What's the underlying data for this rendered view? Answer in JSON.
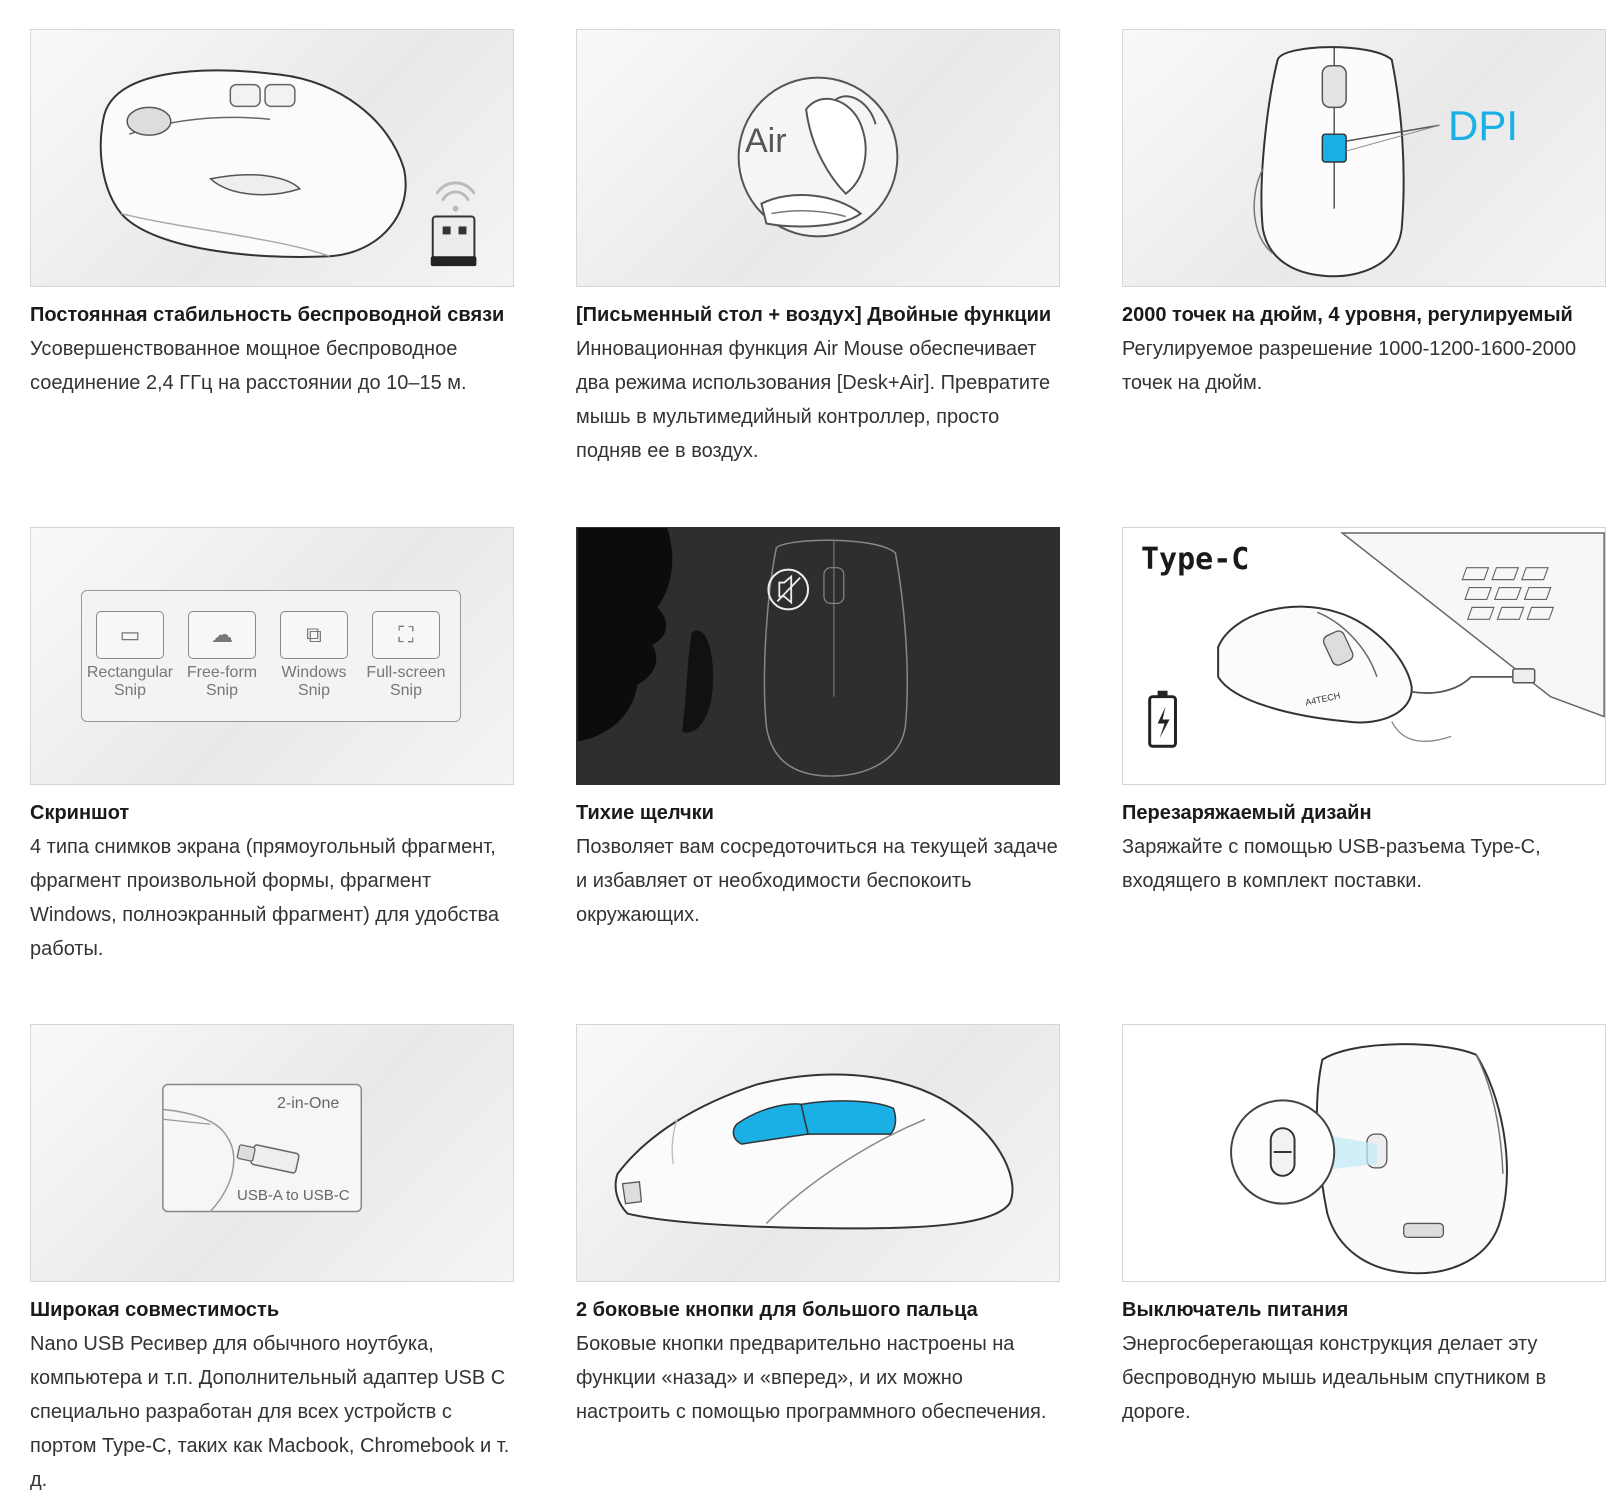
{
  "cards": [
    {
      "title": "Постоянная стабильность беспроводной связи",
      "desc": "Усовершенствованное мощное беспроводное соединение 2,4 ГГц на расстоянии до 10–15 м."
    },
    {
      "title": "[Письменный стол + воздух] Двойные функции",
      "desc": "Инновационная функция Air Mouse обеспечивает два режима использования [Desk+Air]. Превратите мышь в мультимедийный контроллер, просто подняв ее в воздух.",
      "image_label": "Air"
    },
    {
      "title": "2000 точек на дюйм, 4 уровня, регулируемый",
      "desc": "Регулируемое разрешение 1000-1200-1600-2000 точек на дюйм.",
      "image_label": "DPI"
    },
    {
      "title": "Скриншот",
      "desc": "4 типа снимков экрана (прямоугольный фрагмент, фрагмент произвольной формы, фрагмент Windows, полноэкранный фрагмент) для удобства работы.",
      "snips": [
        {
          "line1": "Rectangular",
          "line2": "Snip"
        },
        {
          "line1": "Free-form",
          "line2": "Snip"
        },
        {
          "line1": "Windows",
          "line2": "Snip"
        },
        {
          "line1": "Full-screen",
          "line2": "Snip"
        }
      ]
    },
    {
      "title": "Тихие щелчки",
      "desc": "Позволяет вам сосредоточиться на текущей задаче и избавляет от необходимости беспокоить окружающих."
    },
    {
      "title": "Перезаряжаемый дизайн",
      "desc": "Заряжайте с помощью USB-разъема Type-C, входящего в комплект поставки.",
      "image_label": "Type-C",
      "brand_label": "A4TECH"
    },
    {
      "title": "Широкая совместимость",
      "desc": "Nano USB Ресивер для обычного ноутбука, компьютера и т.п. Дополнительный адаптер USB C специально разработан для всех устройств с портом Type-C, таких как Macbook, Chromebook и т. д.",
      "image_label_top": "2-in-One",
      "image_label_bottom": "USB-A to USB-C"
    },
    {
      "title": "2 боковые кнопки для большого пальца",
      "desc": "Боковые кнопки предварительно настроены на функции «назад» и «вперед», и их можно настроить с помощью программного обеспечения."
    },
    {
      "title": "Выключатель питания",
      "desc": "Энергосберегающая конструкция делает эту беспроводную мышь идеальным спутником в дороге."
    }
  ],
  "colors": {
    "accent": "#1ab0e6",
    "dark_panel": "#2e2e2e",
    "line": "#444444"
  }
}
